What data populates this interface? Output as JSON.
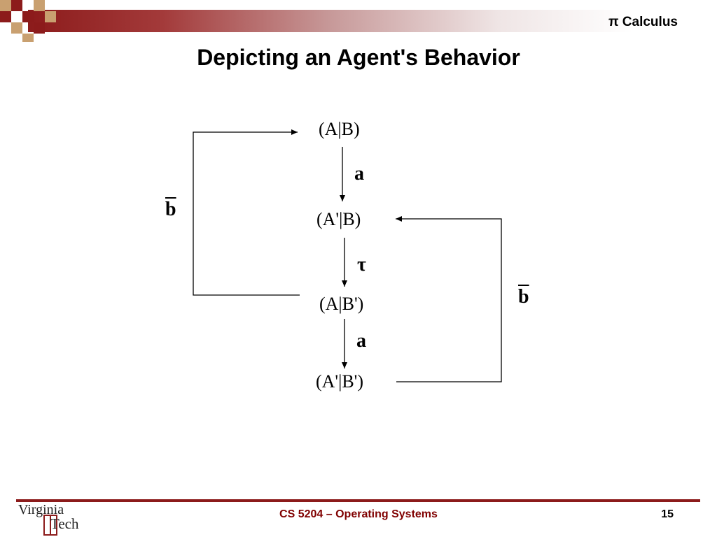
{
  "header": {
    "course_title": "π Calculus",
    "decor_colors": [
      "#8c1b1b",
      "#c9a070"
    ]
  },
  "slide": {
    "title": "Depicting an Agent's Behavior"
  },
  "diagram": {
    "nodes": [
      "(A|B)",
      "(A'|B)",
      "(A|B')",
      "(A'|B')"
    ],
    "transitions": [
      "a",
      "τ",
      "a"
    ],
    "left_loop_label": "b",
    "right_loop_label": "b"
  },
  "footer": {
    "course": "CS 5204 – Operating Systems",
    "page_number": "15",
    "logo_line1": "Virginia",
    "logo_line2": "Tech"
  }
}
